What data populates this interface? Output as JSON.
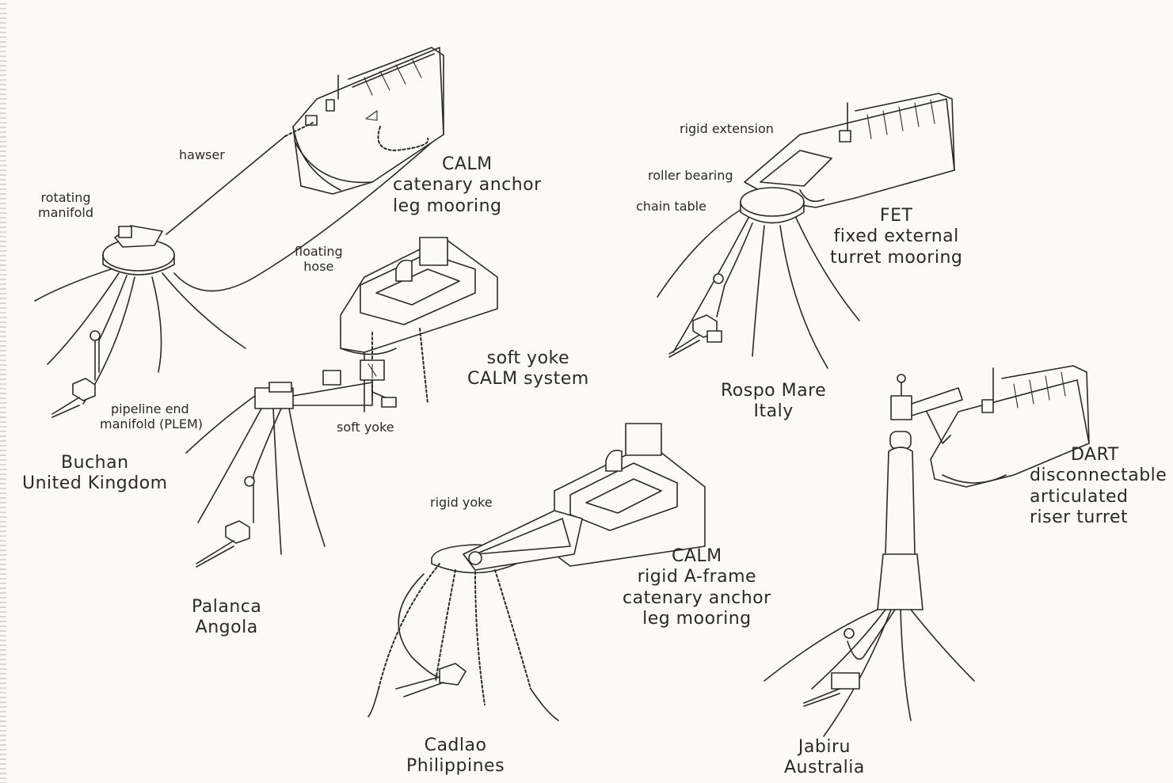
{
  "buchan": {
    "hawser": "hawser",
    "rotating_manifold": [
      "rotating",
      "manifold"
    ],
    "floating_hose": [
      "floating",
      "hose"
    ],
    "plem": [
      "pipeline end",
      "manifold (PLEM)"
    ],
    "system": [
      "CALM",
      "catenary anchor",
      "leg mooring"
    ],
    "location": [
      "Buchan",
      "United Kingdom"
    ]
  },
  "palanca": {
    "soft_yoke": "soft yoke",
    "system": [
      "soft yoke",
      "CALM system"
    ],
    "location": [
      "Palanca",
      "Angola"
    ]
  },
  "rospo": {
    "rigid_extension": "rigid extension",
    "roller_bearing": "roller bearing",
    "chain_table": "chain table",
    "system": [
      "FET",
      "fixed external",
      "turret mooring"
    ],
    "location": [
      "Rospo Mare",
      "Italy"
    ]
  },
  "cadlao": {
    "rigid_yoke": "rigid yoke",
    "system": [
      "CALM",
      "rigid A-frame",
      "catenary anchor",
      "leg mooring"
    ],
    "location": [
      "Cadlao",
      "Philippines"
    ]
  },
  "jabiru": {
    "system": [
      "DART",
      "disconnectable",
      "articulated",
      "riser turret"
    ],
    "location": [
      "Jabiru",
      "Australia"
    ]
  }
}
